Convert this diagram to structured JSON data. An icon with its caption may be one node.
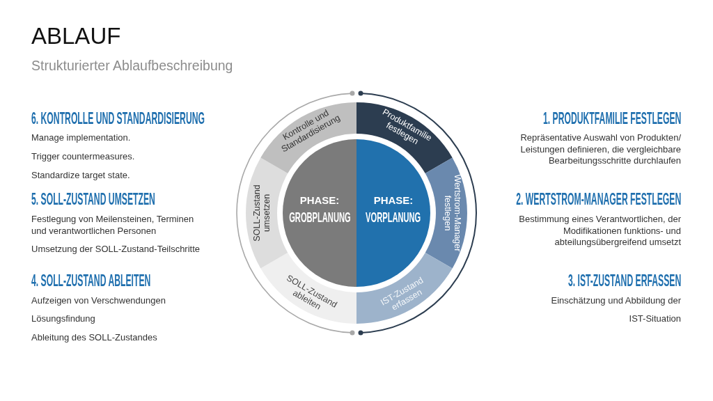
{
  "diagram": {
    "title": "ABLAUF",
    "nodes": [
      {
        "text": [
          "Produktfamilie festlegen"
        ]
      },
      {
        "text": [
          "Wertstrom-Manager festlegen"
        ]
      },
      {
        "text": [
          "IST-Zustand erfassen"
        ]
      },
      {
        "text": [
          "SOLL-Zustand ableiten"
        ]
      },
      {
        "text": [
          "SOLL-Zustand umsetzen"
        ]
      },
      {
        "text": [
          "Kontrolle und Standardisierung"
        ]
      },
      {
        "text": [
          "PHASE:",
          "GROBPLANUNG"
        ]
      },
      {
        "text": [
          "PHASE:",
          "VORPLANUNG"
        ]
      }
    ],
    "labels": [
      "Strukturierter Ablaufbeschreibung",
      "6. KONTROLLE UND STANDARDISIERUNG",
      "Manage implementation.",
      "Trigger countermeasures.",
      "Standardize target state.",
      "5. SOLL-ZUSTAND UMSETZEN",
      "Festlegung von Meilensteinen, Terminen und verantwortlichen Personen",
      "Umsetzung der SOLL-Zustand-Teilschritte",
      "4. SOLL-ZUSTAND ABLEITEN",
      "Aufzeigen von Verschwendungen",
      "Lösungsfindung",
      "Ableitung des SOLL-Zustandes",
      "1. PRODUKTFAMILIE FESTLEGEN",
      "Repräsentative Auswahl von Produkten/ Leistungen definieren, die vergleichbare Bearbeitungsschritte durchlaufen",
      "2. WERTSTROM-MANAGER FESTLEGEN",
      "Bestimmung eines Verantwortlichen, der Modifikationen funktions- und abteilungsübergreifend umsetzt",
      "3. IST-ZUSTAND ERFASSEN",
      "Einschätzung und Abbildung der",
      "IST-Situation"
    ]
  }
}
